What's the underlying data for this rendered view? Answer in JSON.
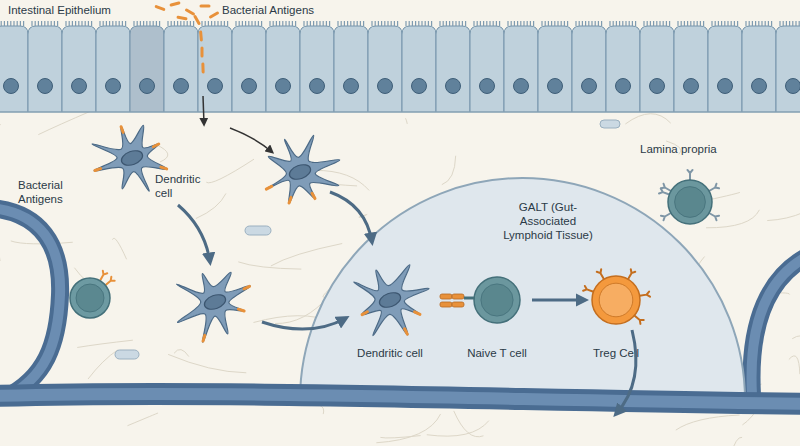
{
  "diagram": {
    "nodes": [
      {
        "text": [
          "Dendritic cell"
        ]
      },
      {
        "text": [
          "GALT (Gut-Associated Lymphoid Tissue)"
        ]
      },
      {
        "text": [
          "Dendritic cell"
        ],
        "in": 1
      },
      {
        "text": [
          "Naive T cell"
        ],
        "in": 1
      },
      {
        "text": [
          "Treg Cell"
        ],
        "in": 1
      }
    ],
    "edges": [
      {
        "from": 3,
        "to": 4,
        "arrow": "to"
      }
    ],
    "labels": [
      "Intestinal Epithelium",
      "Bacterial Antigens",
      "Bacterial Antigens",
      "Lamina propria"
    ]
  }
}
